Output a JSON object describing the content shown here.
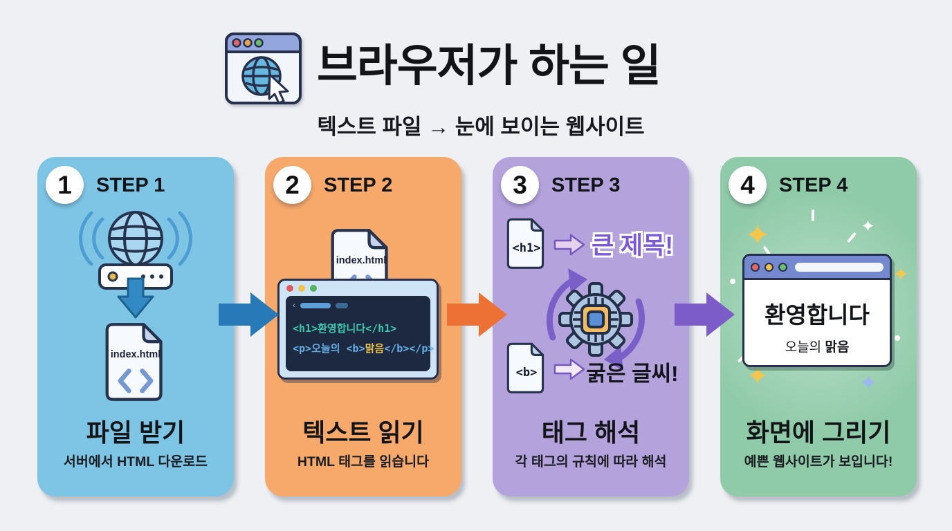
{
  "header": {
    "title": "브라우저가 하는 일",
    "subtitle": "텍스트 파일 → 눈에 보이는 웹사이트"
  },
  "steps": [
    {
      "badge": "1",
      "label": "STEP 1",
      "title": "파일 받기",
      "subtitle": "서버에서 HTML 다운로드",
      "file_name": "index.html",
      "color": "#7EC5E5"
    },
    {
      "badge": "2",
      "label": "STEP 2",
      "title": "텍스트 읽기",
      "subtitle": "HTML 태그를 읽습니다",
      "file_name": "index.html",
      "code": {
        "line1": "<h1>환영합니다</h1>",
        "line2_open": "<p>오늘의 <b>",
        "line2_bold": "맑음",
        "line2_close": "</b></p>"
      },
      "color": "#F6A96B"
    },
    {
      "badge": "3",
      "label": "STEP 3",
      "title": "태그 해석",
      "subtitle": "각 태그의 규칙에 따라 해석",
      "tag_top": "<h1>",
      "result_top": "큰 제목!",
      "tag_bottom": "<b>",
      "result_bottom": "굵은 글씨!",
      "color": "#B4A2DD"
    },
    {
      "badge": "4",
      "label": "STEP 4",
      "title": "화면에 그리기",
      "subtitle": "예쁜 웹사이트가 보입니다!",
      "browser": {
        "heading": "환영합니다",
        "body_regular": "오늘의 ",
        "body_bold": "맑음"
      },
      "color": "#90CBA9"
    }
  ],
  "colors": {
    "background": "#EEF0F3",
    "arrow_1": "#2779B8",
    "arrow_2": "#ED7134",
    "arrow_3": "#7C5CC9"
  }
}
